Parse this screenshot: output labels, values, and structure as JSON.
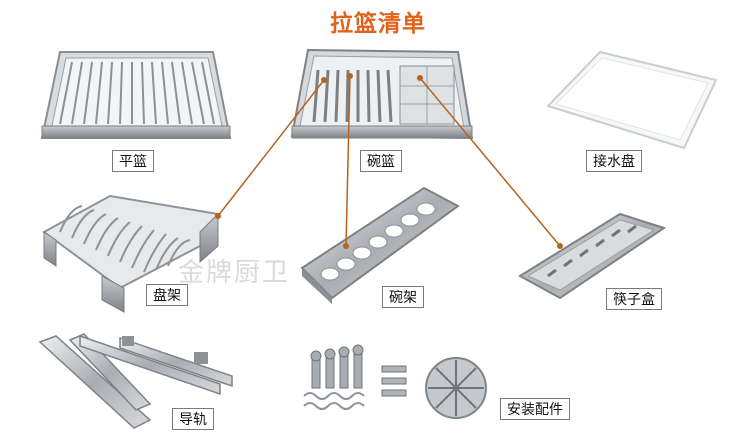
{
  "title": "拉篮清单",
  "watermark": "金牌厨卫",
  "items": {
    "flat_basket": "平篮",
    "bowl_basket": "碗篮",
    "drip_tray": "接水盘",
    "plate_rack": "盘架",
    "bowl_rack": "碗架",
    "chopstick_box": "筷子盒",
    "slide_rail": "导轨",
    "install_parts": "安装配件"
  },
  "colors": {
    "title": "#e2621b",
    "pointer_line": "#b5651d",
    "steel": "#b9bcc0"
  }
}
